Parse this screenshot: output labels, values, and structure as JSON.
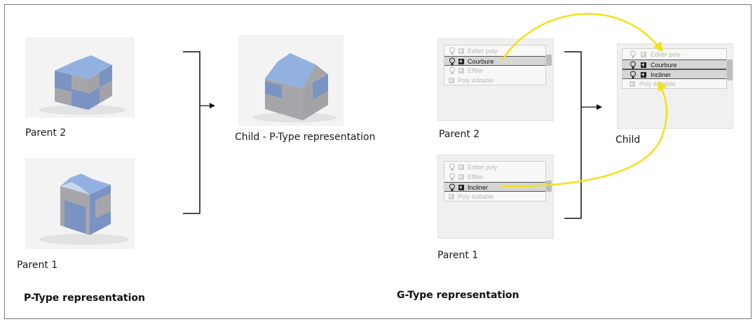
{
  "p_type": {
    "section_title": "P-Type representation",
    "parent2_caption": "Parent 2",
    "parent1_caption": "Parent 1",
    "child_caption": "Child - P-Type representation"
  },
  "g_type": {
    "section_title": "G-Type representation",
    "parent2_caption": "Parent 2",
    "parent1_caption": "Parent 1",
    "child_caption": "Child",
    "parent2_stack": [
      "Editer poly",
      "Courbure",
      "Effiler",
      "Poly éditable"
    ],
    "parent1_stack": [
      "Editer poly",
      "Effiler",
      "Incliner",
      "Poly éditable"
    ],
    "child_stack": [
      "Editer poly",
      "Courbure",
      "Incliner",
      "Poly éditable"
    ]
  },
  "colors": {
    "arrow_yellow": "#f2e21a",
    "face_blue": "#7a93c2",
    "face_gray": "#a6a6aa",
    "roof_blue": "#93b1e0"
  }
}
